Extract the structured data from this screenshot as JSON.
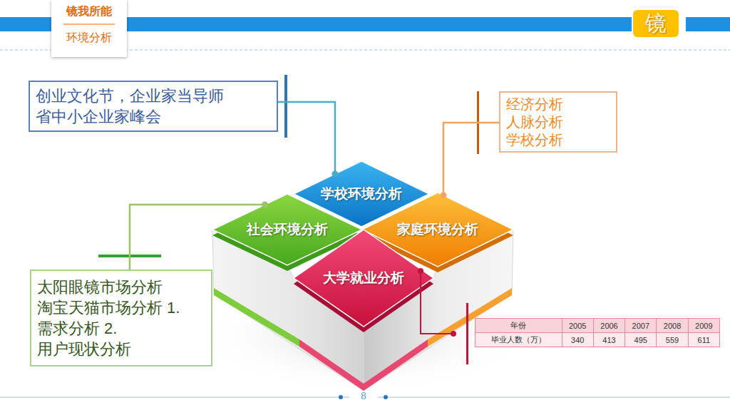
{
  "diagram": {
    "nodes": [
      {
        "text": [
          "镜我所能",
          "环境分析"
        ]
      },
      {
        "text": [
          "镜"
        ]
      },
      {
        "text": [
          "创业文化节，企业家当导师 省中小企业家峰会"
        ]
      },
      {
        "text": [
          "经济分析 人脉分析 学校分析"
        ]
      },
      {
        "text": [
          "学校环境分析"
        ]
      },
      {
        "text": [
          "社会环境分析"
        ]
      },
      {
        "text": [
          "家庭环境分析"
        ]
      },
      {
        "text": [
          "大学就业分析"
        ]
      },
      {
        "text": [
          "太阳眼镜市场分析 淘宝天猫市场分析 1.需求分析 2.用户现状分析"
        ]
      }
    ],
    "edges": [
      {
        "from": 2,
        "to": 4,
        "arrow": "none"
      },
      {
        "from": 3,
        "to": 6,
        "arrow": "none"
      },
      {
        "from": 8,
        "to": 5,
        "arrow": "none"
      }
    ],
    "labels": [
      "年份",
      "2005",
      "2006",
      "2007",
      "2008",
      "2009",
      "毕业人数（万）",
      "340",
      "413",
      "495",
      "559",
      "611",
      "8"
    ]
  }
}
